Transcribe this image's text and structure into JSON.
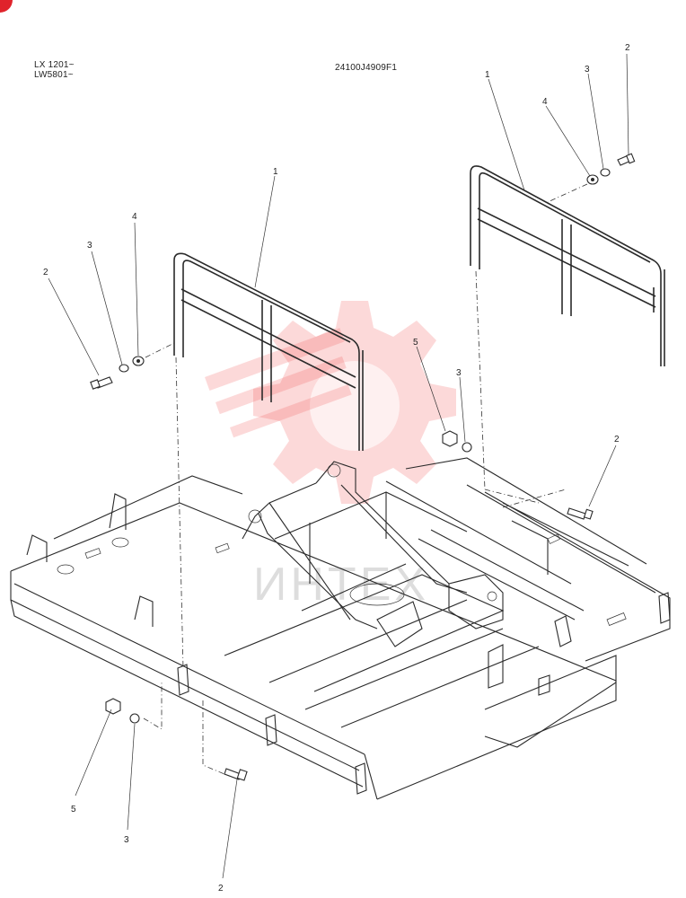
{
  "header": {
    "models_line1": "LX 1201~",
    "models_line2": "LW5801~",
    "diagram_code": "24100J4909F1"
  },
  "callouts": {
    "guard_right": "1",
    "guard_left": "1",
    "bolt_top_right": "2",
    "lockwasher_top_right": "3",
    "washer_top_right": "4",
    "bolt_top_left": "2",
    "lockwasher_top_left": "3",
    "washer_top_left": "4",
    "nut_mid": "5",
    "lockwasher_mid": "3",
    "bolt_mid_right": "2",
    "nut_bottom_left": "5",
    "lockwasher_bottom_left": "3",
    "bolt_bottom": "2"
  },
  "watermark": {
    "text": "ИНТЕХ"
  },
  "colors": {
    "line": "#2a2a2a",
    "watermark": "#f25050",
    "corner_badge": "#e0232b"
  }
}
